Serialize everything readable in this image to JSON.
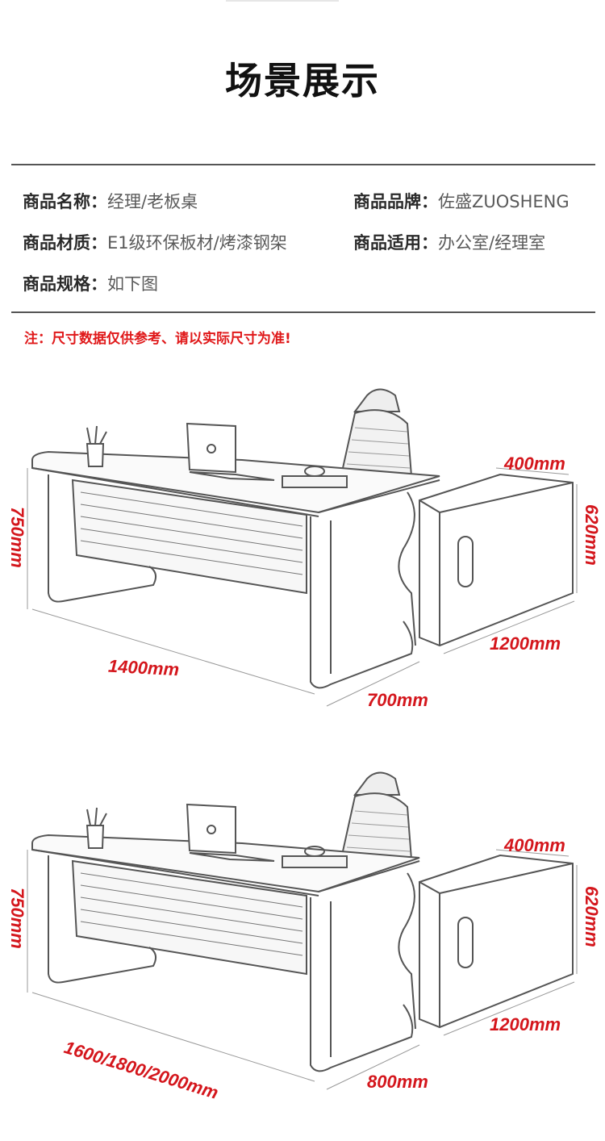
{
  "title": "场景展示",
  "specs": {
    "name_label": "商品名称：",
    "name_value": "经理/老板桌",
    "brand_label": "商品品牌：",
    "brand_value": "佐盛ZUOSHENG",
    "material_label": "商品材质：",
    "material_value": "E1级环保板材/烤漆钢架",
    "use_label": "商品适用：",
    "use_value": "办公室/经理室",
    "size_label": "商品规格：",
    "size_value": "如下图"
  },
  "note": "注：尺寸数据仅供参考、请以实际尺寸为准!",
  "diagrams": [
    {
      "height": "750mm",
      "length": "1400mm",
      "depth": "700mm",
      "cabinet_depth": "400mm",
      "cabinet_height": "620mm",
      "cabinet_length": "1200mm"
    },
    {
      "height": "750mm",
      "length": "1600/1800/2000mm",
      "depth": "800mm",
      "cabinet_depth": "400mm",
      "cabinet_height": "620mm",
      "cabinet_length": "1200mm"
    }
  ],
  "colors": {
    "accent": "#d4161c",
    "rule": "#555555"
  }
}
